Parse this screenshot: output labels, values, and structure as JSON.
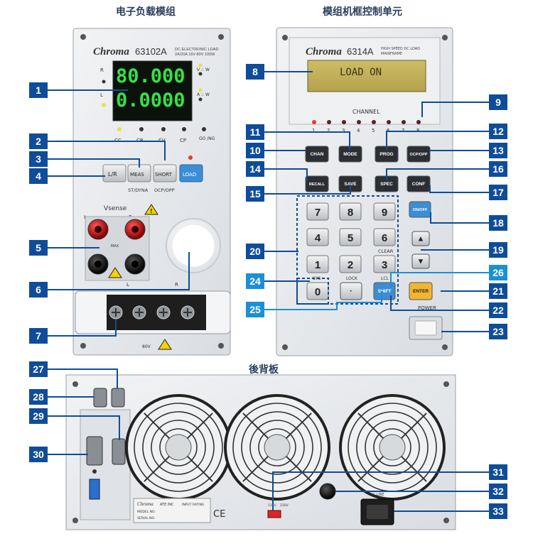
{
  "headings": {
    "load_module": "电子负载模组",
    "mainframe_control": "模组机框控制单元",
    "rear_panel": "後背板"
  },
  "load_module": {
    "brand": "Chroma",
    "model": "63102A",
    "desc_line1": "DC ELECTRONIC LOAD",
    "desc_line2": "2A/20A 16V-80V 100W",
    "display_top": "80.000",
    "display_bottom": "0.0000",
    "side_label_r": "R",
    "side_label_l": "L",
    "unit_top": "V :: W",
    "unit_bottom": "A :: W",
    "status_labels": [
      "CC",
      "CR",
      "CV",
      "CP",
      "GO\n/NG"
    ],
    "btn_lr": "L/R",
    "btn_meas": "MEAS",
    "btn_short": "SHORT",
    "btn_load": "LOAD",
    "sub_st_dyna": "ST/DYNA",
    "sub_ocp_opp": "OCP/OPP",
    "vsense": "Vsense",
    "term_l": "L",
    "term_r": "R",
    "bottom_l": "L",
    "bottom_r": "R",
    "max_label": "MAX",
    "max_volt": "80V"
  },
  "mainframe": {
    "brand": "Chroma",
    "model": "6314A",
    "desc_line1": "HIGH SPEED DC LOAD",
    "desc_line2": "MAINFRAME",
    "lcd_text": "LOAD ON",
    "channel_label": "CHANNEL",
    "channels": [
      "1",
      "2",
      "3",
      "4",
      "5",
      "6",
      "7",
      "8"
    ],
    "buttons": {
      "chan": "CHAN",
      "mode": "MODE",
      "prog": "PROG",
      "ocp_opp": "OCP/OPP",
      "recall": "RECALL",
      "save": "SAVE",
      "spec": "SPEC",
      "conf": "CONF",
      "on_off": "ON/OFF",
      "enter": "ENTER",
      "shift": "SHIFT",
      "dot": "·",
      "up": "▲",
      "down": "▼"
    },
    "digits": [
      "7",
      "8",
      "9",
      "4",
      "5",
      "6",
      "1",
      "2",
      "3",
      "0"
    ],
    "clear_label": "CLEAR",
    "sys_label": "SYS",
    "lock_label": "LOCK",
    "lcl_label": "LCL",
    "power_label": "POWER"
  },
  "rear": {
    "brand": "Chroma",
    "maker": "ATE INC",
    "model_no": "MODEL NO.",
    "serial_no": "SERIAL NO.",
    "input_rating": "INPUT RATING",
    "ce": "CE",
    "fan_label": "",
    "volt_115": "115V",
    "volt_230": "230V",
    "ac_line": "AC LINE"
  },
  "callouts": [
    "1",
    "2",
    "3",
    "4",
    "5",
    "6",
    "7",
    "8",
    "9",
    "10",
    "11",
    "12",
    "13",
    "14",
    "15",
    "16",
    "17",
    "18",
    "19",
    "20",
    "21",
    "22",
    "23",
    "24",
    "25",
    "26",
    "27",
    "28",
    "29",
    "30",
    "31",
    "32",
    "33"
  ],
  "colors": {
    "callout_dark": "#0f4c9a",
    "callout_light": "#1c8fd6",
    "panel": "#e9ecef",
    "vfd_green": "#38e04a",
    "lcd": "#c6b45a"
  }
}
